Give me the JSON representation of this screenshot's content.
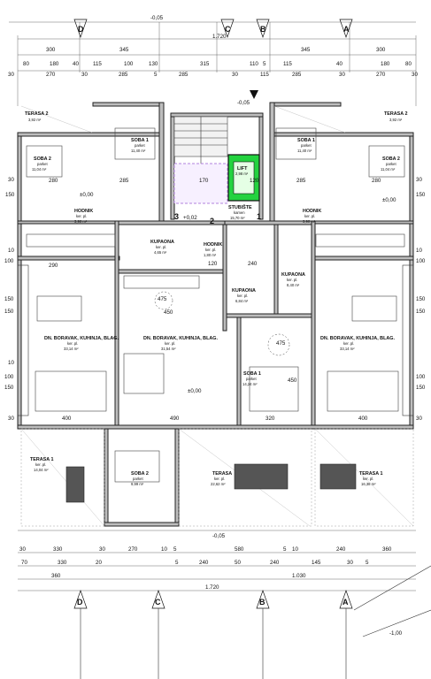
{
  "axes": {
    "top": [
      "D",
      "C",
      "B",
      "A"
    ],
    "bottom": [
      "D",
      "C",
      "B",
      "A"
    ]
  },
  "levels": {
    "top": "-0,05",
    "upper": "-0,05",
    "left": "±0,00",
    "right": "±0,00",
    "stair": "+0,02",
    "center": "±0,00",
    "bottom": "-0,05",
    "corner": "-1,00"
  },
  "dims_top": {
    "total": "1.720",
    "row1": [
      "300",
      "345",
      "345",
      "300"
    ],
    "row2": [
      "80",
      "180",
      "40",
      "115",
      "100",
      "130",
      "315",
      "110",
      "5",
      "115",
      "40",
      "180",
      "80"
    ],
    "row3": [
      "30",
      "270",
      "30",
      "285",
      "5",
      "285",
      "30",
      "115",
      "285",
      "30",
      "270",
      "30"
    ]
  },
  "dims_bottom": {
    "row1": [
      "30",
      "330",
      "30",
      "270",
      "10",
      "5",
      "580",
      "5",
      "10",
      "240",
      "360"
    ],
    "row2": [
      "70",
      "330",
      "20",
      "5",
      "240",
      "50",
      "240",
      "145",
      "30",
      "5"
    ],
    "row3": [
      "360",
      "1.030"
    ],
    "total": "1.720"
  },
  "dims_left": [
    "30",
    "150",
    "10",
    "100",
    "150",
    "150",
    "10",
    "100",
    "150",
    "30"
  ],
  "dims_right": [
    "30",
    "150",
    "10",
    "100",
    "150",
    "150",
    "100",
    "150",
    "30"
  ],
  "rooms": {
    "terasa2_l": {
      "name": "TERASA 2",
      "area": "3,92 m²"
    },
    "terasa2_r": {
      "name": "TERASA 2",
      "area": "3,92 m²"
    },
    "soba1_l": {
      "name": "SOBA 1",
      "floor": "parket",
      "area": "11,40 m²"
    },
    "soba1_r": {
      "name": "SOBA 1",
      "floor": "parket",
      "area": "11,40 m²"
    },
    "soba2_l": {
      "name": "SOBA 2",
      "floor": "parket",
      "area": "11,04 m²"
    },
    "soba2_r": {
      "name": "SOBA 2",
      "floor": "parket",
      "area": "11,04 m²"
    },
    "lift": {
      "name": "LIFT",
      "area": "2,98 m²"
    },
    "stubiste": {
      "name": "STUBIŠTE",
      "floor": "kamen",
      "area": "15,70 m²"
    },
    "hodnik_l": {
      "name": "HODNIK",
      "floor": "ker. pl.",
      "area": "3,90 m²"
    },
    "hodnik_r": {
      "name": "HODNIK",
      "floor": "ker. pl.",
      "area": "3,90 m²"
    },
    "hodnik_c": {
      "name": "HODNIK",
      "floor": "ker. pl.",
      "area": "1,80 m²"
    },
    "kupaona_l": {
      "name": "KUPAONA",
      "floor": "ker. pl.",
      "area": "4,65 m²"
    },
    "kupaona_c": {
      "name": "KUPAONA",
      "floor": "ker. pl.",
      "area": "6,84 m²"
    },
    "kupaona_r": {
      "name": "KUPAONA",
      "floor": "ker. pl.",
      "area": "8,40 m²"
    },
    "dn_l": {
      "name": "DN. BORAVAK, KUHINJA, BLAG.",
      "floor": "ker. pl.",
      "area": "33,14 m²"
    },
    "dn_c": {
      "name": "DN. BORAVAK, KUHINJA, BLAG.",
      "floor": "ker. pl.",
      "area": "31,54 m²"
    },
    "dn_r": {
      "name": "DN. BORAVAK, KUHINJA, BLAG.",
      "floor": "ker. pl.",
      "area": "33,14 m²"
    },
    "soba1_c": {
      "name": "SOBA 1",
      "floor": "parket",
      "area": "14,24 m²"
    },
    "soba2_c": {
      "name": "SOBA 2",
      "floor": "parket",
      "area": "9,99 m²"
    },
    "terasa1_l": {
      "name": "TERASA 1",
      "floor": "ker. pl.",
      "area": "14,04 m²"
    },
    "terasa_c": {
      "name": "TERASA",
      "floor": "ker. pl.",
      "area": "22,62 m²"
    },
    "terasa1_r": {
      "name": "TERASA 1",
      "floor": "ker. pl.",
      "area": "16,38 m²"
    }
  },
  "marks": {
    "m1": "1",
    "m2": "2",
    "m3": "3"
  },
  "inner_dims": [
    "280",
    "285",
    "170",
    "120",
    "285",
    "280",
    "400",
    "490",
    "320",
    "400",
    "290",
    "120",
    "240",
    "450",
    "450",
    "475",
    "475"
  ]
}
